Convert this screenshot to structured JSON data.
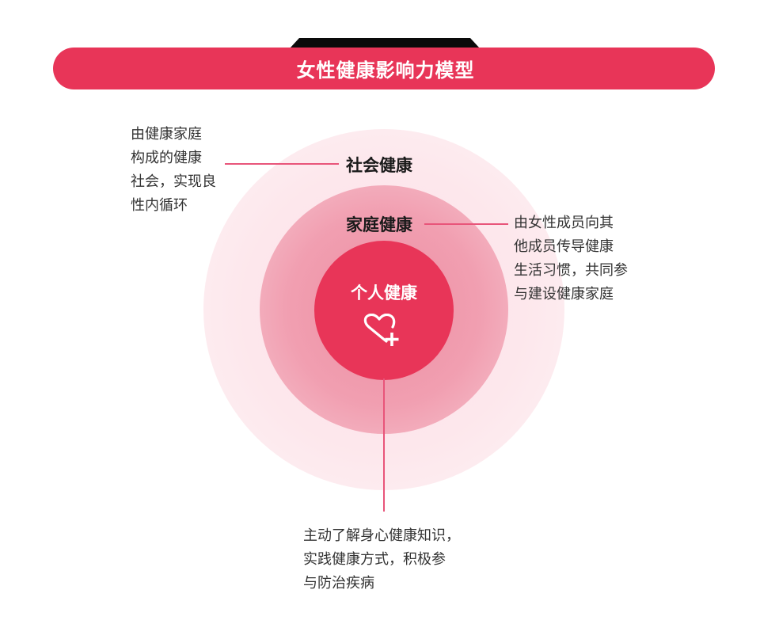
{
  "header": {
    "title": "女性健康影响力模型"
  },
  "colors": {
    "accent": "#e83558",
    "connector": "#e8557a",
    "ring_outer": "#fdeef1",
    "ring_middle": "#f4b3c1",
    "ring_inner": "#e83558",
    "label_text": "#1a1a1a",
    "body_text": "#333333",
    "notch": "#0a0a0a"
  },
  "diagram": {
    "inner": {
      "label": "个人健康",
      "icon": "heart-plus-icon",
      "description": [
        "主动了解身心健康知识，",
        "实践健康方式，积极参",
        "与防治疾病"
      ]
    },
    "middle": {
      "label": "家庭健康",
      "description": [
        "由女性成员向其",
        "他成员传导健康",
        "生活习惯，共同参",
        "与建设健康家庭"
      ]
    },
    "outer": {
      "label": "社会健康",
      "description": [
        "由健康家庭",
        "构成的健康",
        "社会，实现良",
        "性内循环"
      ]
    }
  }
}
